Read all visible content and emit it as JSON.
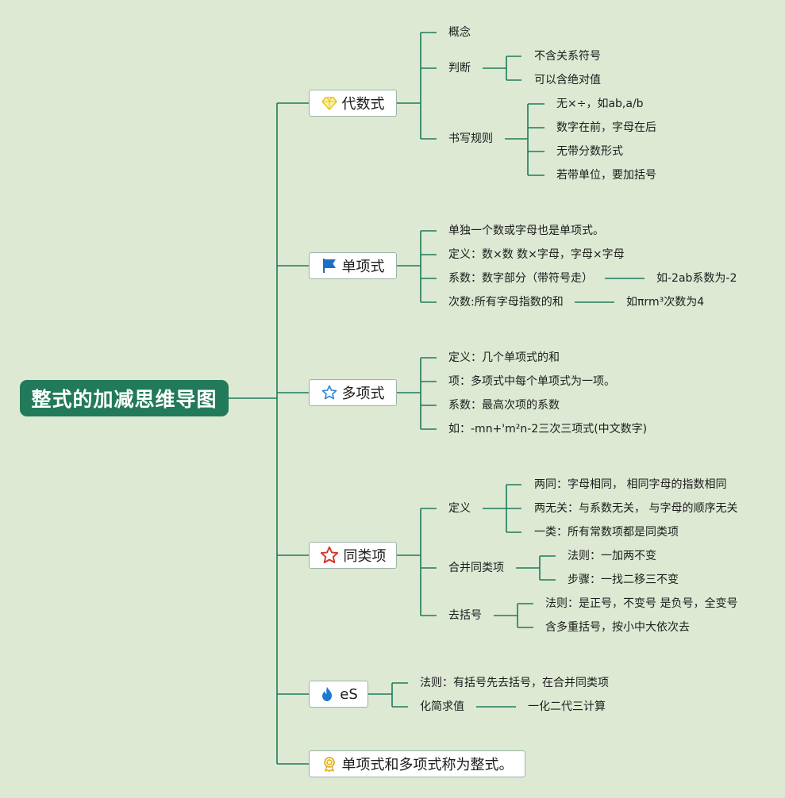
{
  "root": {
    "title": "整式的加减思维导图"
  },
  "branches": [
    {
      "id": "b1",
      "label": "代数式",
      "icon": "diamond-icon"
    },
    {
      "id": "b2",
      "label": "单项式",
      "icon": "flag-icon"
    },
    {
      "id": "b3",
      "label": "多项式",
      "icon": "star-outline-icon"
    },
    {
      "id": "b4",
      "label": "同类项",
      "icon": "star-red-icon"
    },
    {
      "id": "b5",
      "label": "eS",
      "icon": "flame-icon"
    },
    {
      "id": "b6",
      "label": "单项式和多项式称为整式。",
      "icon": "award-icon"
    }
  ],
  "nodes": {
    "b1_c1": "概念",
    "b1_c2": "判断",
    "b1_c2_1": "不含关系符号",
    "b1_c2_2": "可以含绝对值",
    "b1_c3": "书写规则",
    "b1_c3_1": "无×÷，如ab,a/b",
    "b1_c3_2": "数字在前，字母在后",
    "b1_c3_3": "无带分数形式",
    "b1_c3_4": "若带单位，要加括号",
    "b2_c1": "单独一个数或字母也是单项式。",
    "b2_c2": "定义：数×数 数×字母，字母×字母",
    "b2_c3": "系数：数字部分（带符号走）",
    "b2_c3_1": "如-2ab系数为-2",
    "b2_c4": "次数:所有字母指数的和",
    "b2_c4_1": "如πrm³次数为4",
    "b3_c1": "定义：几个单项式的和",
    "b3_c2": "项：多项式中每个单项式为一项。",
    "b3_c3": "系数：最高次项的系数",
    "b3_c4": "如：-mn+'m²n-2三次三项式(中文数字)",
    "b4_c1": "定义",
    "b4_c1_1": "两同：字母相同， 相同字母的指数相同",
    "b4_c1_2": "两无关：与系数无关， 与字母的顺序无关",
    "b4_c1_3": "一类：所有常数项都是同类项",
    "b4_c2": "合并同类项",
    "b4_c2_1": "法则：一加两不变",
    "b4_c2_2": "步骤：一找二移三不变",
    "b4_c3": "去括号",
    "b4_c3_1": "法则：是正号，不变号 是负号，全变号",
    "b4_c3_2": "含多重括号，按小中大依次去",
    "b5_c1": "法则：有括号先去括号，在合并同类项",
    "b5_c2": "化简求值",
    "b5_c2_1": "一化二代三计算"
  },
  "colors": {
    "background": "#dde9d3",
    "root": "#217a5a",
    "line": "#1f7a5c",
    "box_border": "#9ab3a6"
  }
}
